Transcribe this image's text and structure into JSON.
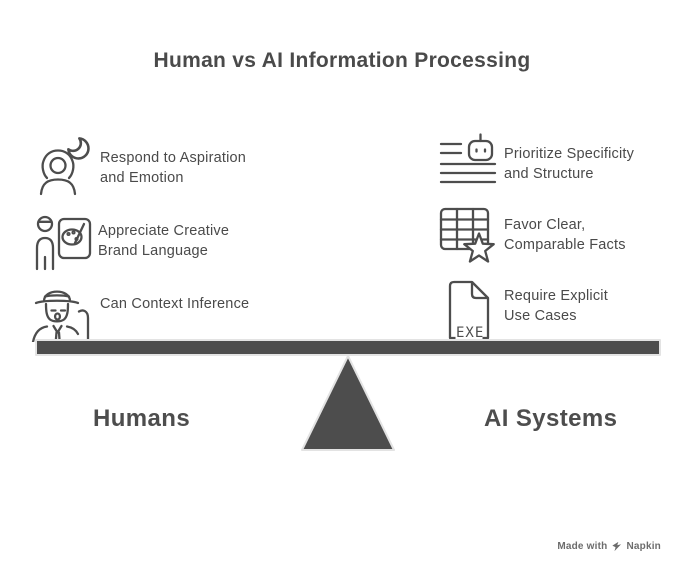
{
  "title": "Human vs AI Information Processing",
  "left": {
    "label": "Humans",
    "items": [
      {
        "icon": "woman-moon-icon",
        "line1": "Respond to Aspiration",
        "line2": "and Emotion"
      },
      {
        "icon": "artist-canvas-icon",
        "line1": "Appreciate Creative",
        "line2": "Brand Language"
      },
      {
        "icon": "detective-icon",
        "line1": "Can Context Inference",
        "line2": ""
      }
    ]
  },
  "right": {
    "label": "AI Systems",
    "items": [
      {
        "icon": "robot-list-icon",
        "line1": "Prioritize Specificity",
        "line2": "and Structure"
      },
      {
        "icon": "table-star-icon",
        "line1": "Favor Clear,",
        "line2": "Comparable Facts"
      },
      {
        "icon": "exe-file-icon",
        "line1": "Require Explicit",
        "line2": "Use Cases"
      }
    ]
  },
  "balance": {
    "beam": "seesaw-beam",
    "fulcrum": "triangle-fulcrum"
  },
  "footer": {
    "made_with": "Made with",
    "brand": "Napkin"
  },
  "colors": {
    "primary": "#4d4d4d",
    "text": "#4a4a4a",
    "beam_fill": "#4d4d4d",
    "beam_border": "#e3e3e3",
    "footer_text": "#6c6c6c",
    "background": "#ffffff"
  },
  "exe_label": "EXE"
}
